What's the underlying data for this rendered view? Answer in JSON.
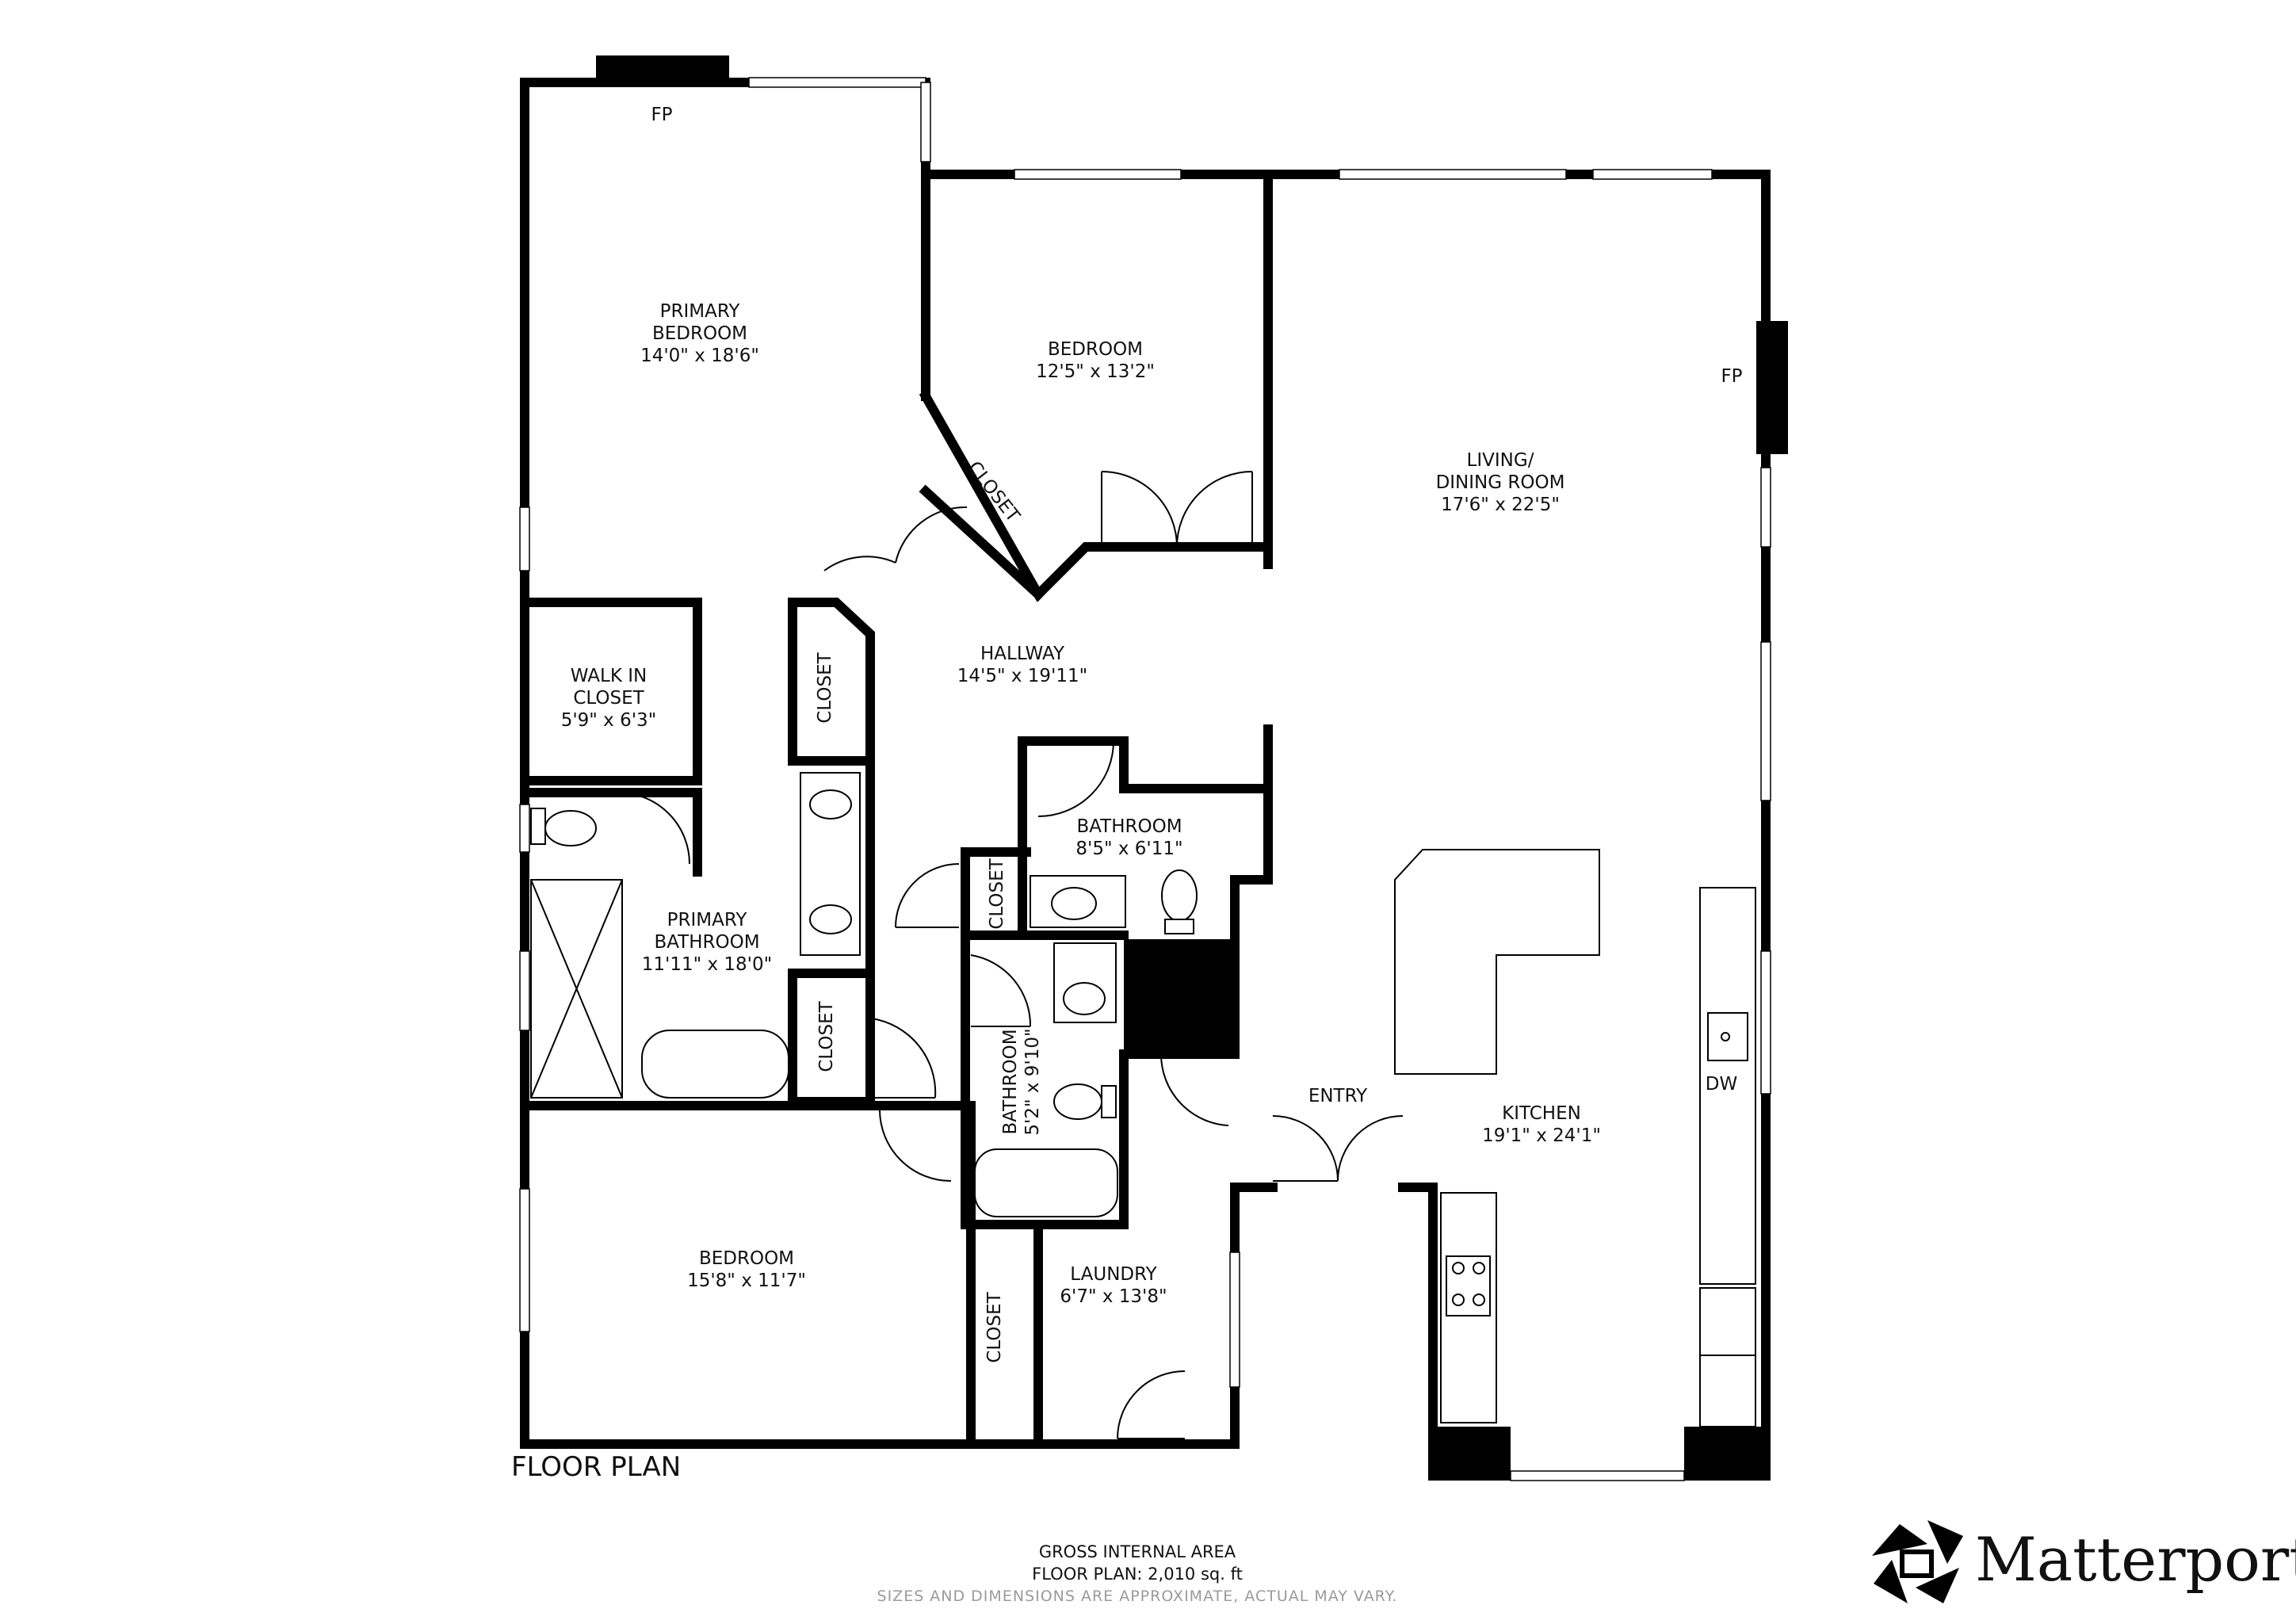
{
  "plan": {
    "title": "FLOOR PLAN",
    "footer": {
      "line1": "GROSS INTERNAL AREA",
      "line2": "FLOOR PLAN: 2,010 sq. ft",
      "line3": "SIZES AND DIMENSIONS ARE APPROXIMATE, ACTUAL MAY VARY."
    },
    "brand": "Matterport",
    "rooms": {
      "primary_bedroom": {
        "name1": "PRIMARY",
        "name2": "BEDROOM",
        "dims": "14'0\" x 18'6\""
      },
      "bedroom_top": {
        "name": "BEDROOM",
        "dims": "12'5\" x 13'2\""
      },
      "living": {
        "name1": "LIVING/",
        "name2": "DINING ROOM",
        "dims": "17'6\" x 22'5\""
      },
      "hallway": {
        "name": "HALLWAY",
        "dims": "14'5\" x 19'11\""
      },
      "walk_in": {
        "name1": "WALK IN",
        "name2": "CLOSET",
        "dims": "5'9\" x 6'3\""
      },
      "bathroom_mid": {
        "name": "BATHROOM",
        "dims": "8'5\" x 6'11\""
      },
      "primary_bath": {
        "name1": "PRIMARY",
        "name2": "BATHROOM",
        "dims": "11'11\" x 18'0\""
      },
      "bathroom_small": {
        "name": "BATHROOM",
        "dims": "5'2\" x 9'10\""
      },
      "entry": {
        "name": "ENTRY"
      },
      "kitchen": {
        "name": "KITCHEN",
        "dims": "19'1\" x 24'1\""
      },
      "bedroom_bottom": {
        "name": "BEDROOM",
        "dims": "15'8\" x 11'7\""
      },
      "laundry": {
        "name": "LAUNDRY",
        "dims": "6'7\" x 13'8\""
      }
    },
    "closet_label": "CLOSET",
    "fp_label": "FP",
    "dw_label": "DW"
  }
}
